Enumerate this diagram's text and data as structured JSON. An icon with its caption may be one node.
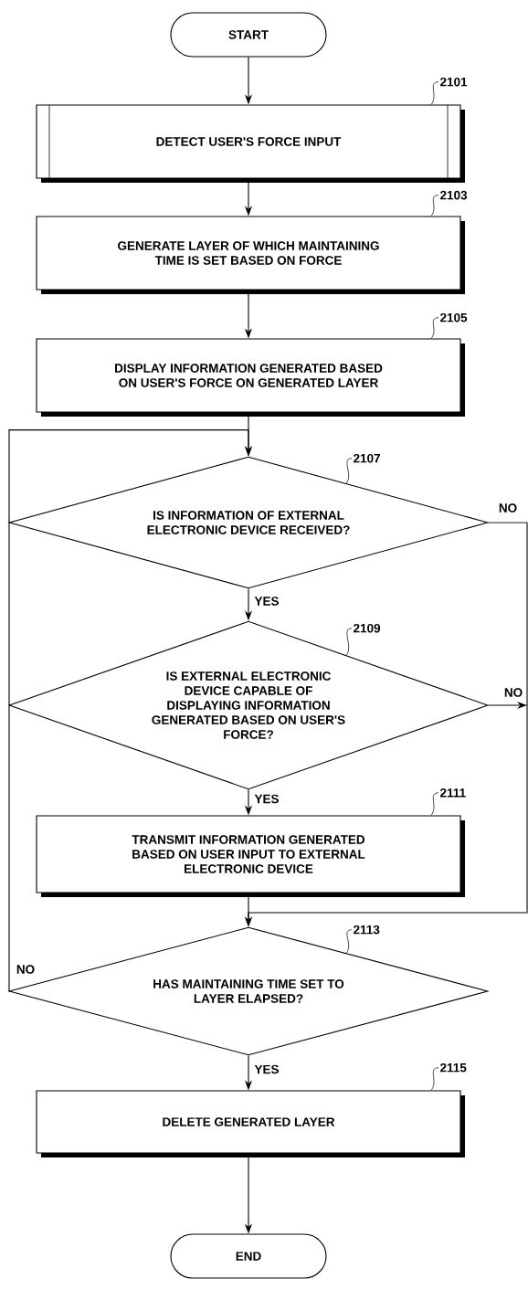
{
  "diagram": {
    "nodes": [
      {
        "text": [
          "START"
        ]
      },
      {
        "text": [
          "DETECT USER'S FORCE INPUT"
        ]
      },
      {
        "text": [
          "GENERATE LAYER OF WHICH MAINTAINING TIME IS SET BASED ON FORCE"
        ]
      },
      {
        "text": [
          "DISPLAY INFORMATION GENERATED BASED ON USER'S FORCE ON GENERATED LAYER"
        ]
      },
      {
        "text": [
          "IS INFORMATION OF EXTERNAL ELECTRONIC DEVICE RECEIVED?"
        ]
      },
      {
        "text": [
          "IS EXTERNAL ELECTRONIC DEVICE CAPABLE OF DISPLAYING INFORMATION GENERATED BASED ON USER'S FORCE?"
        ]
      },
      {
        "text": [
          "TRANSMIT INFORMATION GENERATED BASED ON USER INPUT TO EXTERNAL ELECTRONIC DEVICE"
        ]
      },
      {
        "text": [
          "HAS MAINTAINING TIME SET TO LAYER ELAPSED?"
        ]
      },
      {
        "text": [
          "DELETE GENERATED LAYER"
        ]
      },
      {
        "text": [
          "END"
        ]
      },
      {
        "text": [
          "2101"
        ]
      },
      {
        "text": [
          "2103"
        ]
      },
      {
        "text": [
          "2105"
        ]
      },
      {
        "text": [
          "2107"
        ]
      },
      {
        "text": [
          "2109"
        ]
      },
      {
        "text": [
          "2111"
        ]
      },
      {
        "text": [
          "2113"
        ]
      },
      {
        "text": [
          "2115"
        ]
      }
    ],
    "edges": [
      {
        "from": 0,
        "to": 1,
        "arrow": "to"
      },
      {
        "from": 1,
        "to": 2,
        "arrow": "to"
      },
      {
        "from": 2,
        "to": 3,
        "arrow": "to"
      },
      {
        "from": 3,
        "to": 4,
        "arrow": "to"
      },
      {
        "from": 4,
        "to": 5,
        "arrow": "to",
        "label": "YES"
      },
      {
        "from": 5,
        "to": 6,
        "arrow": "to",
        "label": "YES"
      },
      {
        "from": 6,
        "to": 7,
        "arrow": "to"
      },
      {
        "from": 7,
        "to": 8,
        "arrow": "to",
        "label": "YES"
      },
      {
        "from": 8,
        "to": 9,
        "arrow": "to"
      },
      {
        "from": 7,
        "to": 4,
        "arrow": "to",
        "label": "NO"
      },
      {
        "from": 4,
        "to": 7,
        "arrow": "to",
        "label": "NO"
      },
      {
        "from": 5,
        "to": null,
        "arrow": "to",
        "label": "NO"
      },
      {
        "from": 10,
        "to": 1,
        "arrow": "none"
      },
      {
        "from": 11,
        "to": 2,
        "arrow": "none"
      },
      {
        "from": 12,
        "to": 3,
        "arrow": "none"
      },
      {
        "from": 13,
        "to": 4,
        "arrow": "none"
      },
      {
        "from": 14,
        "to": 5,
        "arrow": "none"
      },
      {
        "from": 15,
        "to": 6,
        "arrow": "none"
      },
      {
        "from": 16,
        "to": 7,
        "arrow": "none"
      },
      {
        "from": 17,
        "to": 8,
        "arrow": "none"
      }
    ]
  }
}
